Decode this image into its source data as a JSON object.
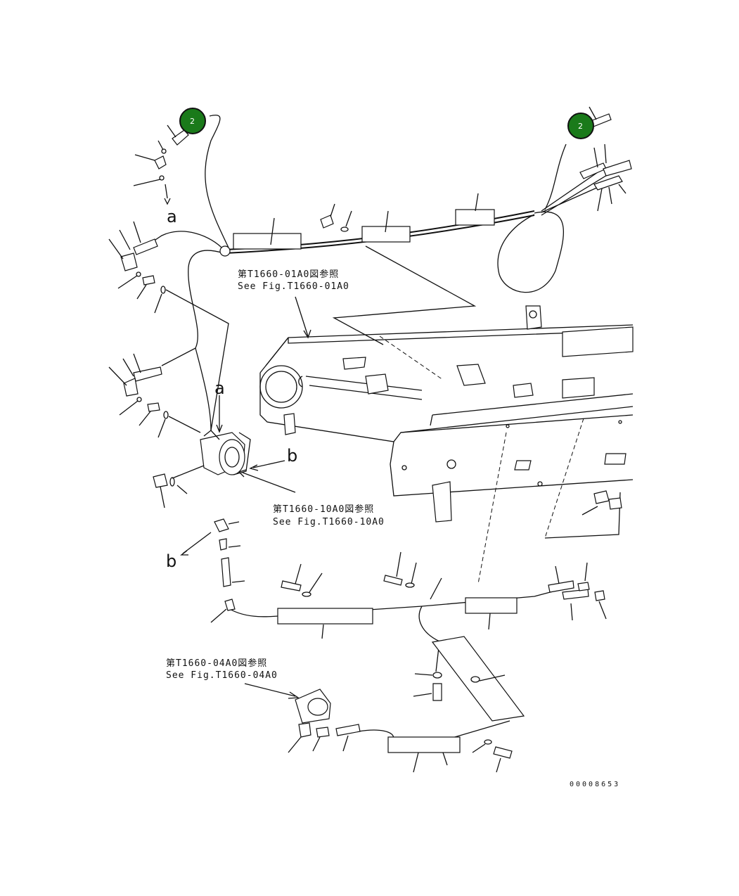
{
  "callouts": {
    "badge_left": {
      "label": "2",
      "color": "#1a7a1a"
    },
    "badge_right": {
      "label": "2",
      "color": "#1a7a1a"
    }
  },
  "references": {
    "ref_01a0_jp": "第T1660-01A0図参照",
    "ref_01a0_en": "See Fig.T1660-01A0",
    "ref_10a0_jp": "第T1660-10A0図参照",
    "ref_10a0_en": "See Fig.T1660-10A0",
    "ref_04a0_jp": "第T1660-04A0図参照",
    "ref_04a0_en": "See Fig.T1660-04A0"
  },
  "connection_letters": {
    "a_top": "a",
    "a_mid": "a",
    "b_mid": "b",
    "b_low": "b"
  },
  "drawing_code": "00008653"
}
